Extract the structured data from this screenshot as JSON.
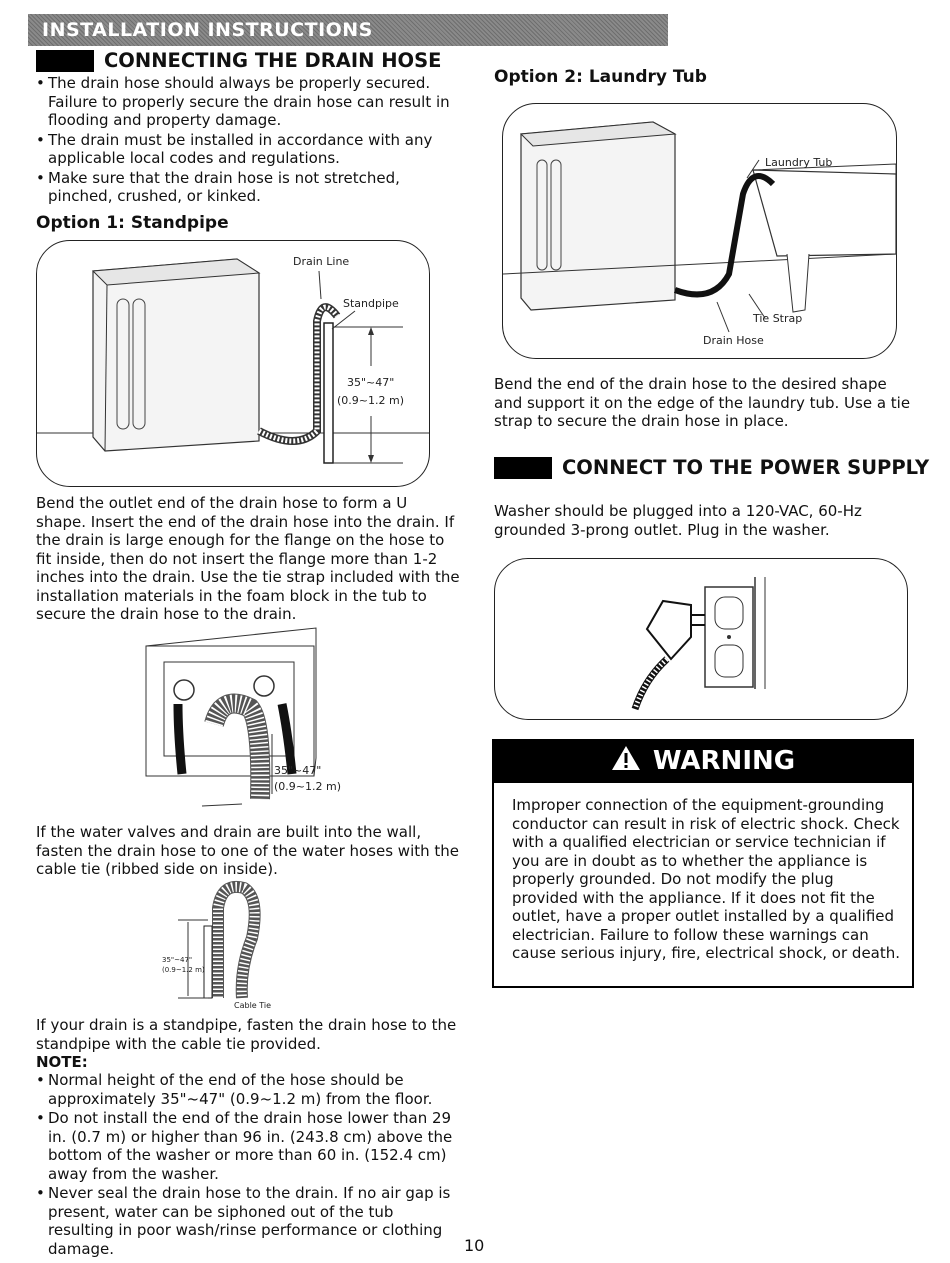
{
  "banner": "INSTALLATION INSTRUCTIONS",
  "drain_section": {
    "title": "CONNECTING THE DRAIN HOSE",
    "bullets": [
      "The drain hose should always be properly secured. Failure to properly secure the drain hose can result in flooding and property damage.",
      "The drain must be installed in accordance with any applicable local codes and regulations.",
      "Make sure that the drain hose is not stretched, pinched, crushed, or kinked."
    ]
  },
  "option1": {
    "title": "Option 1: Standpipe",
    "labels": {
      "drain_line": "Drain Line",
      "standpipe": "Standpipe",
      "height_in": "35\"~47\"",
      "height_m": "(0.9~1.2 m)"
    },
    "text": "Bend the outlet end of the drain hose to form a U shape. Insert the end of the drain hose into the drain. If the drain is large enough for the flange on the hose to fit inside, then do not insert the flange more than 1-2 inches into the drain. Use the tie strap included with the installation materials in the foam block in the tub to secure the drain hose to the drain."
  },
  "wall_drain": {
    "labels": {
      "height_in": "35\"~47\"",
      "height_m": "(0.9~1.2 m)"
    },
    "text": "If the water valves and drain are built into the wall, fasten the drain hose to one of the water hoses with the cable tie (ribbed side on inside)."
  },
  "standpipe_tie": {
    "labels": {
      "height_in": "35\"~47\"",
      "height_m": "(0.9~1.2 m)",
      "cable_tie": "Cable Tie"
    },
    "text": "If your drain is a standpipe, fasten the drain hose to the standpipe with the cable tie provided."
  },
  "note": {
    "title": "NOTE:",
    "bullets": [
      "Normal height of the end of the hose should be approximately 35\"~47\" (0.9~1.2 m) from the floor.",
      "Do not install the end of the drain hose lower than 29 in. (0.7 m) or higher than 96 in. (243.8 cm) above the bottom of the washer or more than 60 in. (152.4 cm) away from the washer.",
      "Never seal the drain hose to the drain. If no air gap is present, water can be siphoned out of the tub resulting in poor wash/rinse performance or clothing damage."
    ]
  },
  "option2": {
    "title": "Option 2: Laundry Tub",
    "labels": {
      "laundry_tub": "Laundry Tub",
      "tie_strap": "Tie Strap",
      "drain_hose": "Drain Hose"
    },
    "text": "Bend the end of the drain hose to the desired shape and support it on the edge of the laundry tub. Use a tie strap to secure the drain hose in place."
  },
  "power": {
    "title": "CONNECT TO THE POWER SUPPLY",
    "text": "Washer should be plugged into a 120-VAC, 60-Hz grounded 3-prong outlet. Plug in the washer."
  },
  "warning": {
    "title": "WARNING",
    "text": "Improper connection of the equipment-grounding conductor can result in risk of electric shock. Check with a qualified electrician or service technician if you are in doubt as to whether the appliance is properly grounded. Do not modify the plug provided with the appliance. If it does not fit the outlet, have a proper outlet installed by a qualified electrician. Failure to follow these warnings can cause serious injury, fire, electrical shock, or death."
  },
  "page_number": "10",
  "icons": {
    "warning": "warning-triangle-icon"
  }
}
